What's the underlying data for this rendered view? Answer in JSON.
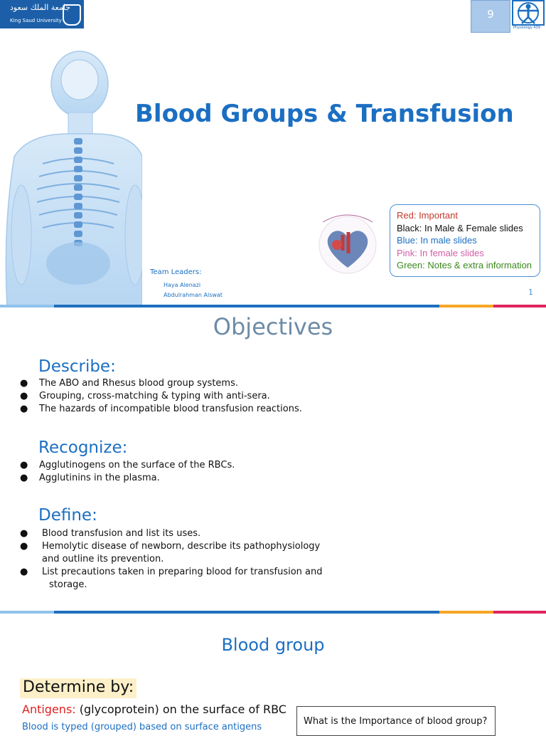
{
  "slide1": {
    "university": {
      "arabic_name": "جامعة الملك سعود",
      "english_name": "King Saud University"
    },
    "page_tab": "9",
    "physiology_logo_caption": "Physiology 439",
    "title": "Blood Groups & Transfusion",
    "legend": [
      {
        "text": "Red: Important",
        "color": "#c0392b"
      },
      {
        "text": "Black: In Male & Female slides",
        "color": "#111111"
      },
      {
        "text": "Blue: In male slides",
        "color": "#1b6fc2"
      },
      {
        "text": "Pink: In female slides",
        "color": "#d35fa6"
      },
      {
        "text": "Green: Notes & extra information",
        "color": "#3a8a1e"
      }
    ],
    "team_leaders_label": "Team Leaders:",
    "team_leaders": [
      "Haya Alenazi",
      "Abdulrahman Alswat"
    ],
    "page_number": "1"
  },
  "objectives": {
    "title": "Objectives",
    "sections": [
      {
        "heading": "Describe:",
        "items": [
          "The ABO and Rhesus blood group systems.",
          "Grouping, cross-matching & typing with anti-sera.",
          "The hazards of incompatible blood transfusion reactions."
        ]
      },
      {
        "heading": "Recognize:",
        "items": [
          "Agglutinogens on the surface of the RBCs.",
          "Agglutinins in the plasma."
        ]
      },
      {
        "heading": "Define:",
        "items": [
          "Blood transfusion and list its uses.",
          "Hemolytic disease of newborn, describe its pathophysiology",
          "and outline its prevention.",
          "List precautions taken in preparing blood for transfusion and",
          "storage."
        ]
      }
    ]
  },
  "blood_group": {
    "title": "Blood group",
    "determine_label": "Determine by:",
    "antigens_label": "Antigens:",
    "antigens_text": "(glycoprotein) on the surface of RBC",
    "typed_text": "Blood is typed (grouped) based on surface antigens",
    "question": "What is the Importance of blood group?"
  },
  "colors": {
    "brand_blue": "#1b6fc2",
    "divider": [
      "#8fc3ec",
      "#1e6fbf",
      "#f5a623",
      "#e0245e"
    ]
  }
}
